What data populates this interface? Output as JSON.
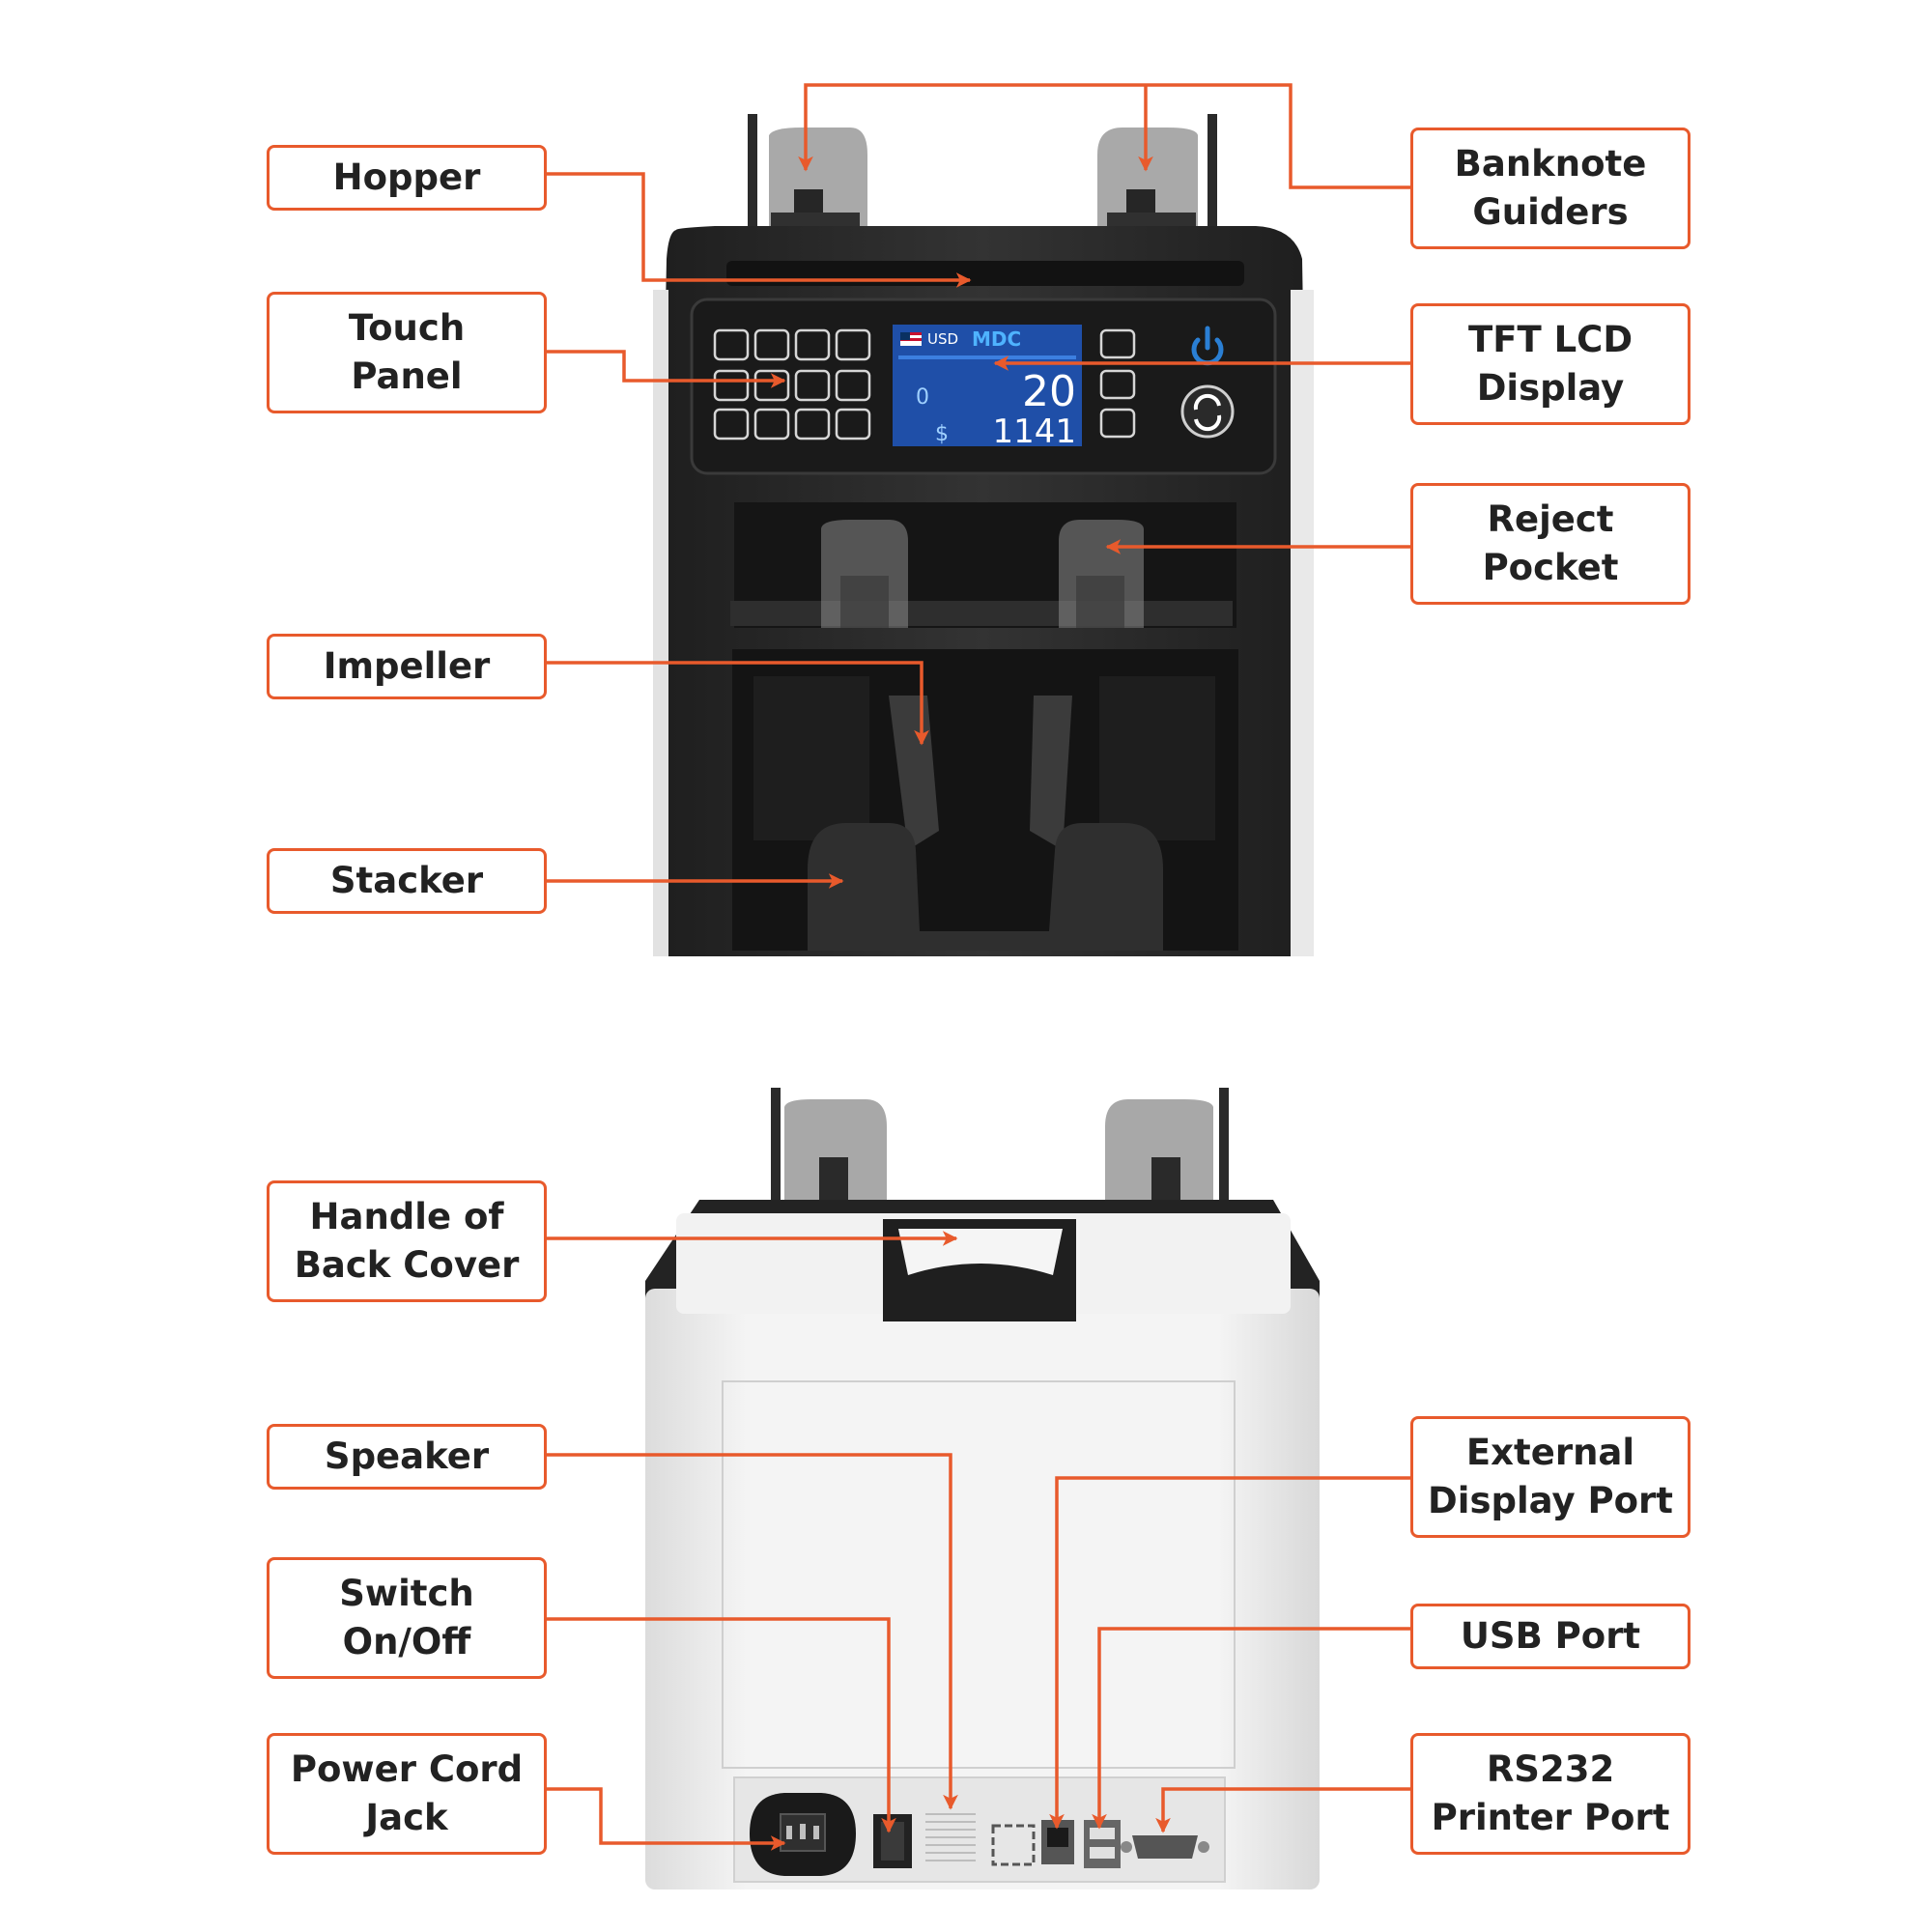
{
  "colors": {
    "callout_accent": "#e85a2c",
    "machine_body": "#2b2b2b",
    "machine_back": "#eeeeee",
    "lcd_background": "#1f4fa8",
    "power_button": "#2a7fd4"
  },
  "icons": [
    "power-icon",
    "restart-icon",
    "us-flag-icon"
  ],
  "front_view": {
    "labels": {
      "hopper": "Hopper",
      "banknote_guiders": [
        "Banknote",
        "Guiders"
      ],
      "touch_panel": [
        "Touch",
        "Panel"
      ],
      "tft_lcd_display": [
        "TFT LCD",
        "Display"
      ],
      "reject_pocket": [
        "Reject",
        "Pocket"
      ],
      "impeller": "Impeller",
      "stacker": "Stacker"
    },
    "lcd": {
      "currency": "USD",
      "mode": "MDC",
      "piece_count": "20",
      "reject_count": "0",
      "total_symbol": "$",
      "total_amount": "1141"
    }
  },
  "back_view": {
    "labels": {
      "handle_of_back_cover": [
        "Handle of",
        "Back Cover"
      ],
      "speaker": "Speaker",
      "switch_on_off": [
        "Switch",
        "On/Off"
      ],
      "power_cord_jack": [
        "Power Cord",
        "Jack"
      ],
      "external_display_port": [
        "External",
        "Display Port"
      ],
      "usb_port": "USB Port",
      "rs232_printer_port": [
        "RS232",
        "Printer Port"
      ]
    }
  }
}
